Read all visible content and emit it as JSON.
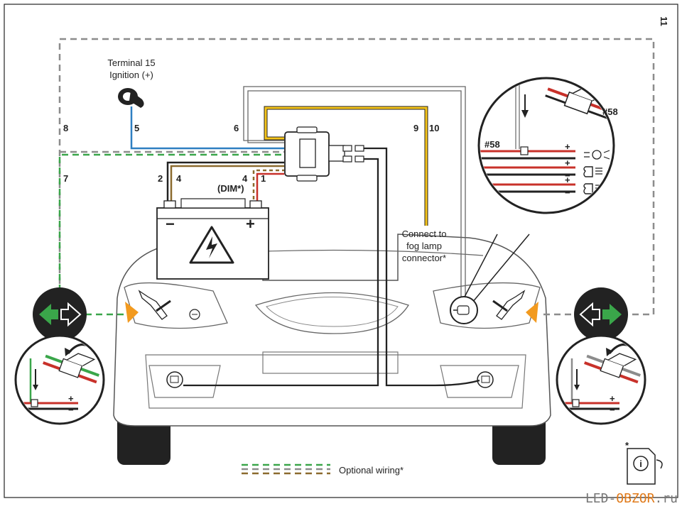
{
  "page_number": "11",
  "labels": {
    "terminal_title": "Terminal 15",
    "terminal_sub": "Ignition (+)",
    "dim": "(DIM*)",
    "fog_line1": "Connect to",
    "fog_line2": "fog lamp",
    "fog_line3": "connector*",
    "legend": "Optional wiring*",
    "circuit_58_left": "#58",
    "circuit_58_right": "#58",
    "battery_minus": "−",
    "battery_plus": "+",
    "pol_plus_1": "+",
    "pol_minus_1": "−",
    "pol_plus_2": "+",
    "pol_minus_2": "−",
    "pol_plus_3": "+",
    "pol_minus_3": "−",
    "pol_plus_4": "+",
    "pol_minus_4": "−",
    "pol_plus_left": "+",
    "pol_minus_left": "−",
    "pol_plus_right": "+",
    "pol_minus_right": "−",
    "info_star": "*",
    "info_i": "i"
  },
  "wires": {
    "w8": "8",
    "w7": "7",
    "w5": "5",
    "w6": "6",
    "w2": "2",
    "w4a": "4",
    "w4b": "4",
    "w1": "1",
    "w9": "9",
    "w10": "10"
  },
  "watermark": {
    "part1": "LED-",
    "part2": "OBZOR",
    "part3": ".ru"
  },
  "colors": {
    "blue": "#2e7fc1",
    "yellow": "#f5c41a",
    "brown": "#8b6a2e",
    "red": "#c8312a",
    "green": "#3aa64a",
    "gray": "#8c8c8c",
    "dark": "#222222",
    "orange": "#f29a1f"
  }
}
